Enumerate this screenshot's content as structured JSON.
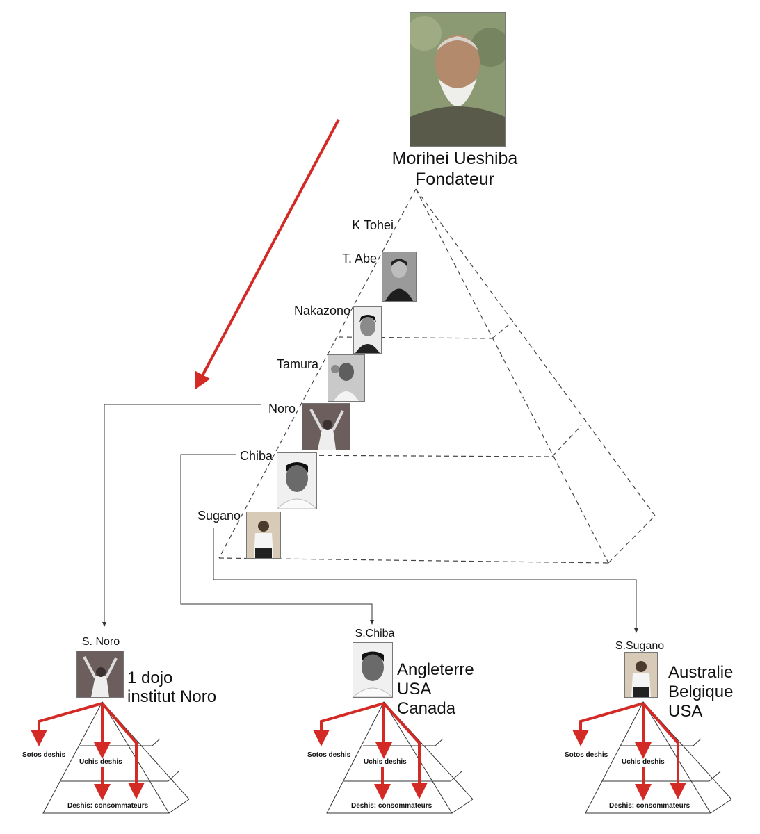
{
  "founder": {
    "name": "Morihei Ueshiba",
    "role": "Fondateur"
  },
  "students": [
    "K Tohei",
    "T. Abe",
    "Nakazono",
    "Tamura",
    "Noro",
    "Chiba",
    "Sugano"
  ],
  "branches": [
    {
      "name": "S. Noro",
      "countries": [
        "1 dojo",
        "institut Noro"
      ]
    },
    {
      "name": "S.Chiba",
      "countries": [
        "Angleterre",
        "USA",
        "Canada"
      ]
    },
    {
      "name": "S.Sugano",
      "countries": [
        "Australie",
        "Belgique",
        "USA"
      ]
    }
  ],
  "levels": {
    "soto": "Sotos  deshis",
    "uchi": "Uchis deshis",
    "deshis": "Deshis: consommateurs"
  },
  "colors": {
    "arrow": "#d42a25",
    "connector": "#333333",
    "pyramid_dashed": "#444444"
  },
  "icons": {
    "photo": "portrait-photo"
  }
}
